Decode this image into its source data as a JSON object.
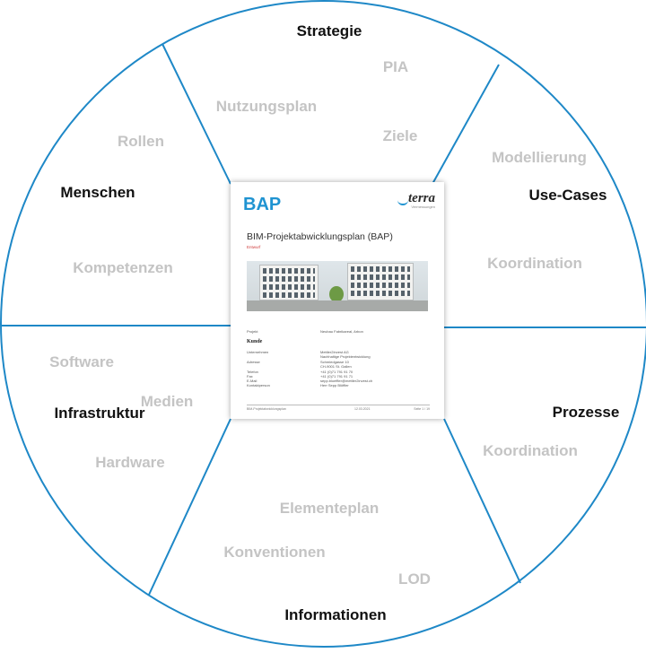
{
  "wheel": {
    "colors": {
      "line": "#1e88c7",
      "main_label": "#111111",
      "sub_label": "#c4c4c4"
    },
    "segments": [
      {
        "name": "Strategie",
        "items": [
          "PIA",
          "Nutzungsplan",
          "Ziele"
        ]
      },
      {
        "name": "Use-Cases",
        "items": [
          "Modellierung",
          "Koordination"
        ]
      },
      {
        "name": "Prozesse",
        "items": [
          "Koordination"
        ]
      },
      {
        "name": "Informationen",
        "items": [
          "Elementeplan",
          "Konventionen",
          "LOD"
        ]
      },
      {
        "name": "Infrastruktur",
        "items": [
          "Software",
          "Medien",
          "Hardware"
        ]
      },
      {
        "name": "Menschen",
        "items": [
          "Rollen",
          "Kompetenzen"
        ]
      }
    ]
  },
  "document": {
    "title": "BAP",
    "logo_text": "terra",
    "logo_tagline": "Vermessungen",
    "heading": "BIM-Projektabwicklungsplan (BAP)",
    "status": "Entwurf",
    "project_label": "Projekt",
    "project_value": "Neubau Fabrikareal, Arbon",
    "section": "Kunde",
    "fields": [
      {
        "label": "Unternehmen",
        "value": "Mettler2Invest AG"
      },
      {
        "label": "",
        "value": "Nachhaltige Projektentwicklung"
      },
      {
        "label": "Adresse",
        "value": "Schmiedgasse 10"
      },
      {
        "label": "",
        "value": "CH-9001 St. Gallen"
      },
      {
        "label": "Telefon",
        "value": "+41 (0)71 791 91 70"
      },
      {
        "label": "Fax",
        "value": "+41 (0)71 791 91 71"
      },
      {
        "label": "E-Mail",
        "value": "sepp.bloeffler@mettler2invest.ch"
      },
      {
        "label": "Kontaktperson",
        "value": "Herr Sepp Blöffler"
      }
    ],
    "footer_left": "BIM-Projektabwicklungsplan",
    "footer_mid": "12.03.2021",
    "footer_right": "Seite 1 / 19"
  }
}
